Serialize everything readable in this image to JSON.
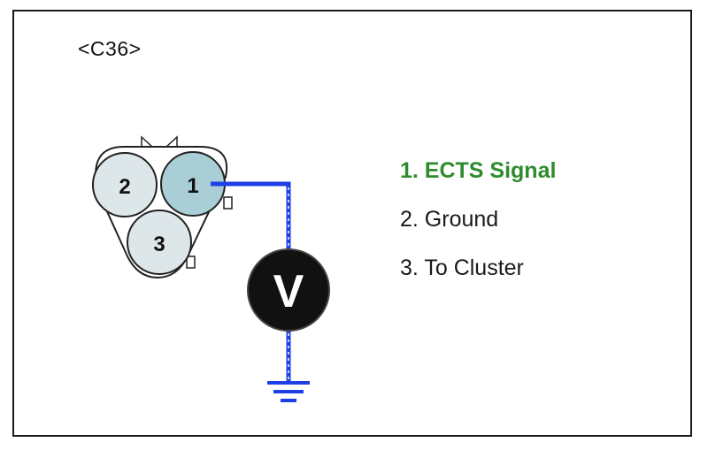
{
  "connector_id": "<C36>",
  "pins": [
    {
      "number": "1",
      "highlighted": true
    },
    {
      "number": "2",
      "highlighted": false
    },
    {
      "number": "3",
      "highlighted": false
    }
  ],
  "meter_symbol": "V",
  "legend": [
    {
      "label": "1. ECTS Signal",
      "color": "#2e8b2e",
      "active": true
    },
    {
      "label": "2. Ground",
      "color": "#1a1a1a",
      "active": false
    },
    {
      "label": "3. To Cluster",
      "color": "#1a1a1a",
      "active": false
    }
  ],
  "colors": {
    "wire": "#1f3fe6",
    "pin_highlight": "#a9ced6",
    "pin_normal": "#dde6e8",
    "meter": "#111111"
  },
  "icons": [
    "connector-icon",
    "voltmeter-icon",
    "ground-icon"
  ]
}
